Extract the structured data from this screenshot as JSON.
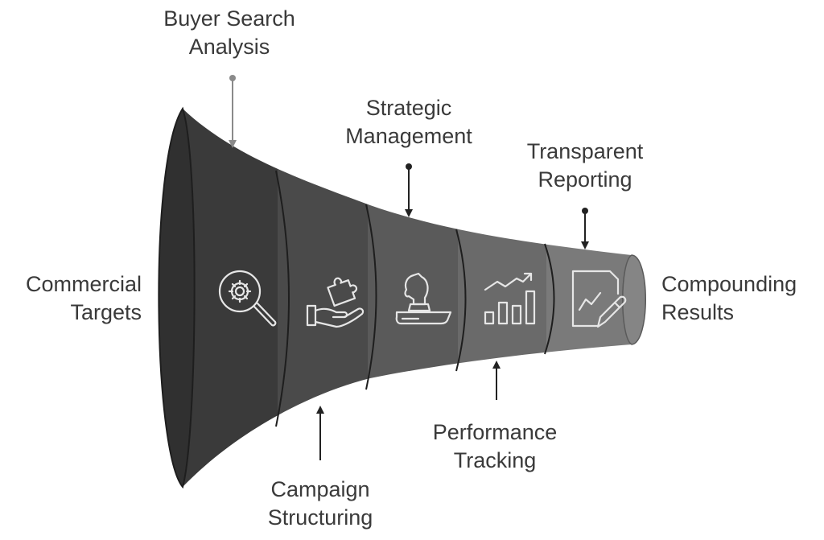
{
  "start_label": [
    "Commercial",
    "Targets"
  ],
  "end_label": [
    "Compounding",
    "Results"
  ],
  "stages": [
    {
      "name": [
        "Buyer Search",
        "Analysis"
      ],
      "icon": "search-gear-icon",
      "color": "#3a3a3a"
    },
    {
      "name": [
        "Campaign",
        "Structuring"
      ],
      "icon": "hand-puzzle-icon",
      "color": "#4a4a4a"
    },
    {
      "name": [
        "Strategic",
        "Management"
      ],
      "icon": "chess-knight-icon",
      "color": "#5a5a5a"
    },
    {
      "name": [
        "Performance",
        "Tracking"
      ],
      "icon": "bar-chart-trend-icon",
      "color": "#6a6a6a"
    },
    {
      "name": [
        "Transparent",
        "Reporting"
      ],
      "icon": "report-edit-icon",
      "color": "#7a7a7a"
    }
  ]
}
